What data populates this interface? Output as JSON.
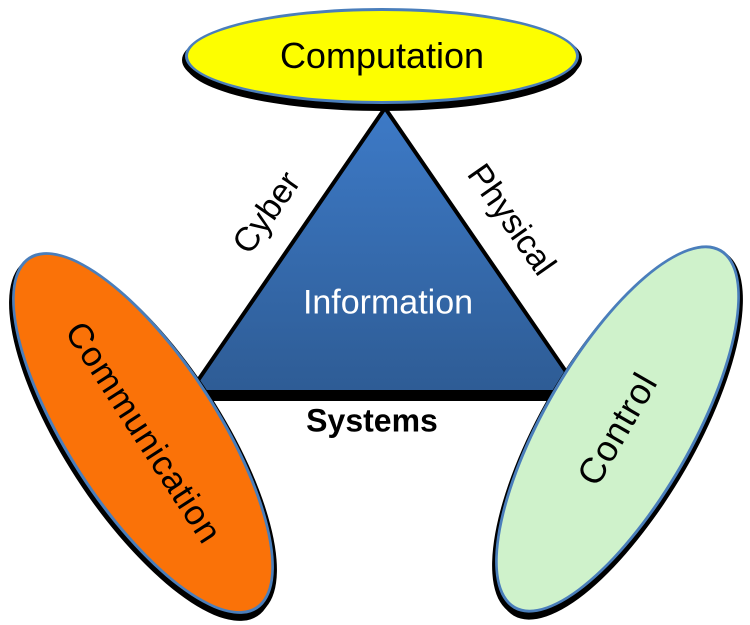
{
  "canvas": {
    "background": "#ffffff"
  },
  "triangle": {
    "center_label": "Information",
    "center_label_color": "#ffffff",
    "bottom_label": "Systems",
    "left_edge_label": "Cyber",
    "right_edge_label": "Physical",
    "fill_top": "#3d7ac7",
    "fill_bottom": "#2e5c95",
    "outline": "#000000"
  },
  "nodes": [
    {
      "id": "computation",
      "label": "Computation",
      "fill": "#fdfe00",
      "position": "top"
    },
    {
      "id": "communication",
      "label": "Communication",
      "fill": "#fa7208",
      "position": "bottom-left"
    },
    {
      "id": "control",
      "label": "Control",
      "fill": "#cff2cb",
      "position": "bottom-right"
    }
  ],
  "styles": {
    "ellipse_stroke": "#4a7ebb",
    "shadow_color": "#000000",
    "label_color": "#000000"
  }
}
